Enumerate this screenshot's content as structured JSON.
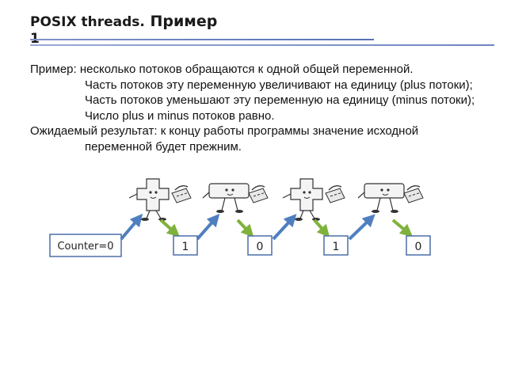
{
  "title": {
    "part1": "POSIX threads.",
    "part2": " Пример",
    "number": "1"
  },
  "lines": [
    "Пример: несколько потоков обращаются к одной общей переменной.",
    "Часть потоков эту переменную увеличивают на единицу (plus потоки);",
    "Часть потоков уменьшают эту переменную на единицу (minus потоки);",
    "Число plus и minus потоков равно.",
    "Ожидаемый результат: к концу работы программы значение исходной",
    "переменной будет прежним."
  ],
  "diagram": {
    "counter_label": "Counter=0",
    "values": [
      "1",
      "0",
      "1",
      "0"
    ],
    "threads": [
      "plus",
      "minus",
      "plus",
      "minus"
    ],
    "colors": {
      "arrow_up": "#4f7fc0",
      "arrow_down": "#7fb23c",
      "box_border": "#4a6fa8"
    }
  }
}
